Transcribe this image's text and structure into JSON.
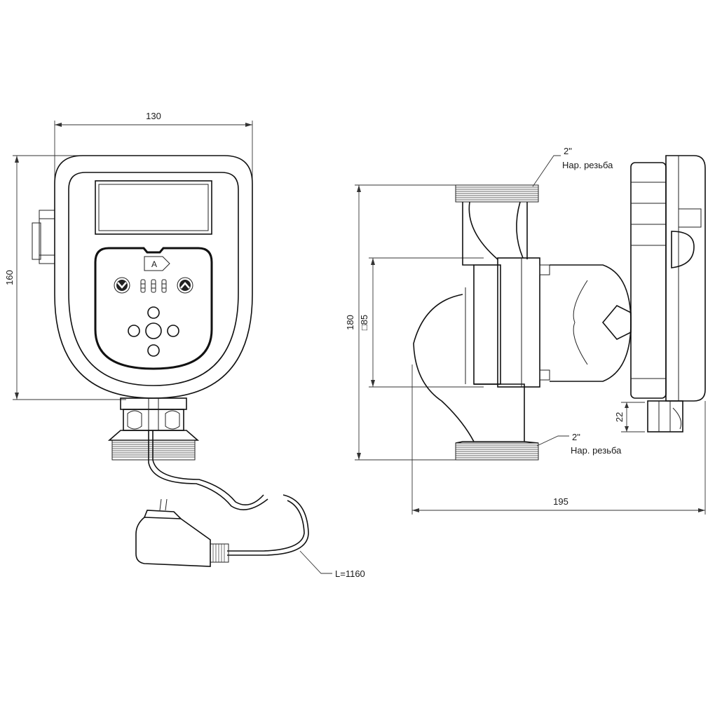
{
  "dimensions": {
    "width_front": "130",
    "height_front": "160",
    "height_side": "180",
    "flange_square": "□85",
    "body_offset": "22",
    "length_side": "195"
  },
  "thread_top": {
    "size": "2\"",
    "label": "Нар. резьба"
  },
  "thread_bottom": {
    "size": "2\"",
    "label": "Нар. резьба"
  },
  "cable": {
    "length_label": "L=1160"
  },
  "panel": {
    "mode_label": "A"
  }
}
